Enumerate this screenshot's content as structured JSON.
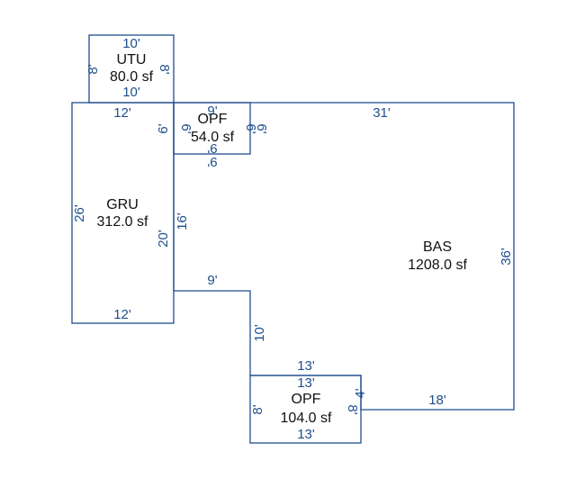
{
  "areas": {
    "utu": {
      "code": "UTU",
      "area": "80.0 sf"
    },
    "opf_top": {
      "code": "OPF",
      "area": "54.0 sf"
    },
    "gru": {
      "code": "GRU",
      "area": "312.0 sf"
    },
    "bas": {
      "code": "BAS",
      "area": "1208.0 sf"
    },
    "opf_bottom": {
      "code": "OPF",
      "area": "104.0 sf"
    }
  },
  "dimensions": {
    "utu_top": "10'",
    "utu_left": "8'",
    "utu_right": "8'",
    "utu_bottom": "10'",
    "gru_top": "12'",
    "gru_left": "26'",
    "gru_inner_upper": "6'",
    "gru_inner_lower": "20'",
    "gru_bottom": "12'",
    "opf_top_top": "9'",
    "opf_top_left": "6'",
    "opf_top_right_a": "6'",
    "opf_top_right_b": "6'",
    "opf_top_bottom_inner": "9'",
    "opf_top_bottom": "9'",
    "bas_top": "31'",
    "bas_right": "36'",
    "bas_wall_16": "16'",
    "bas_step": "9'",
    "bas_wall_10": "10'",
    "bas_bottom_right": "18'",
    "bas_jog": "4'",
    "opf_bottom_top_outer": "13'",
    "opf_bottom_top": "13'",
    "opf_bottom_left": "8'",
    "opf_bottom_right": "8'",
    "opf_bottom_bottom": "13'"
  }
}
